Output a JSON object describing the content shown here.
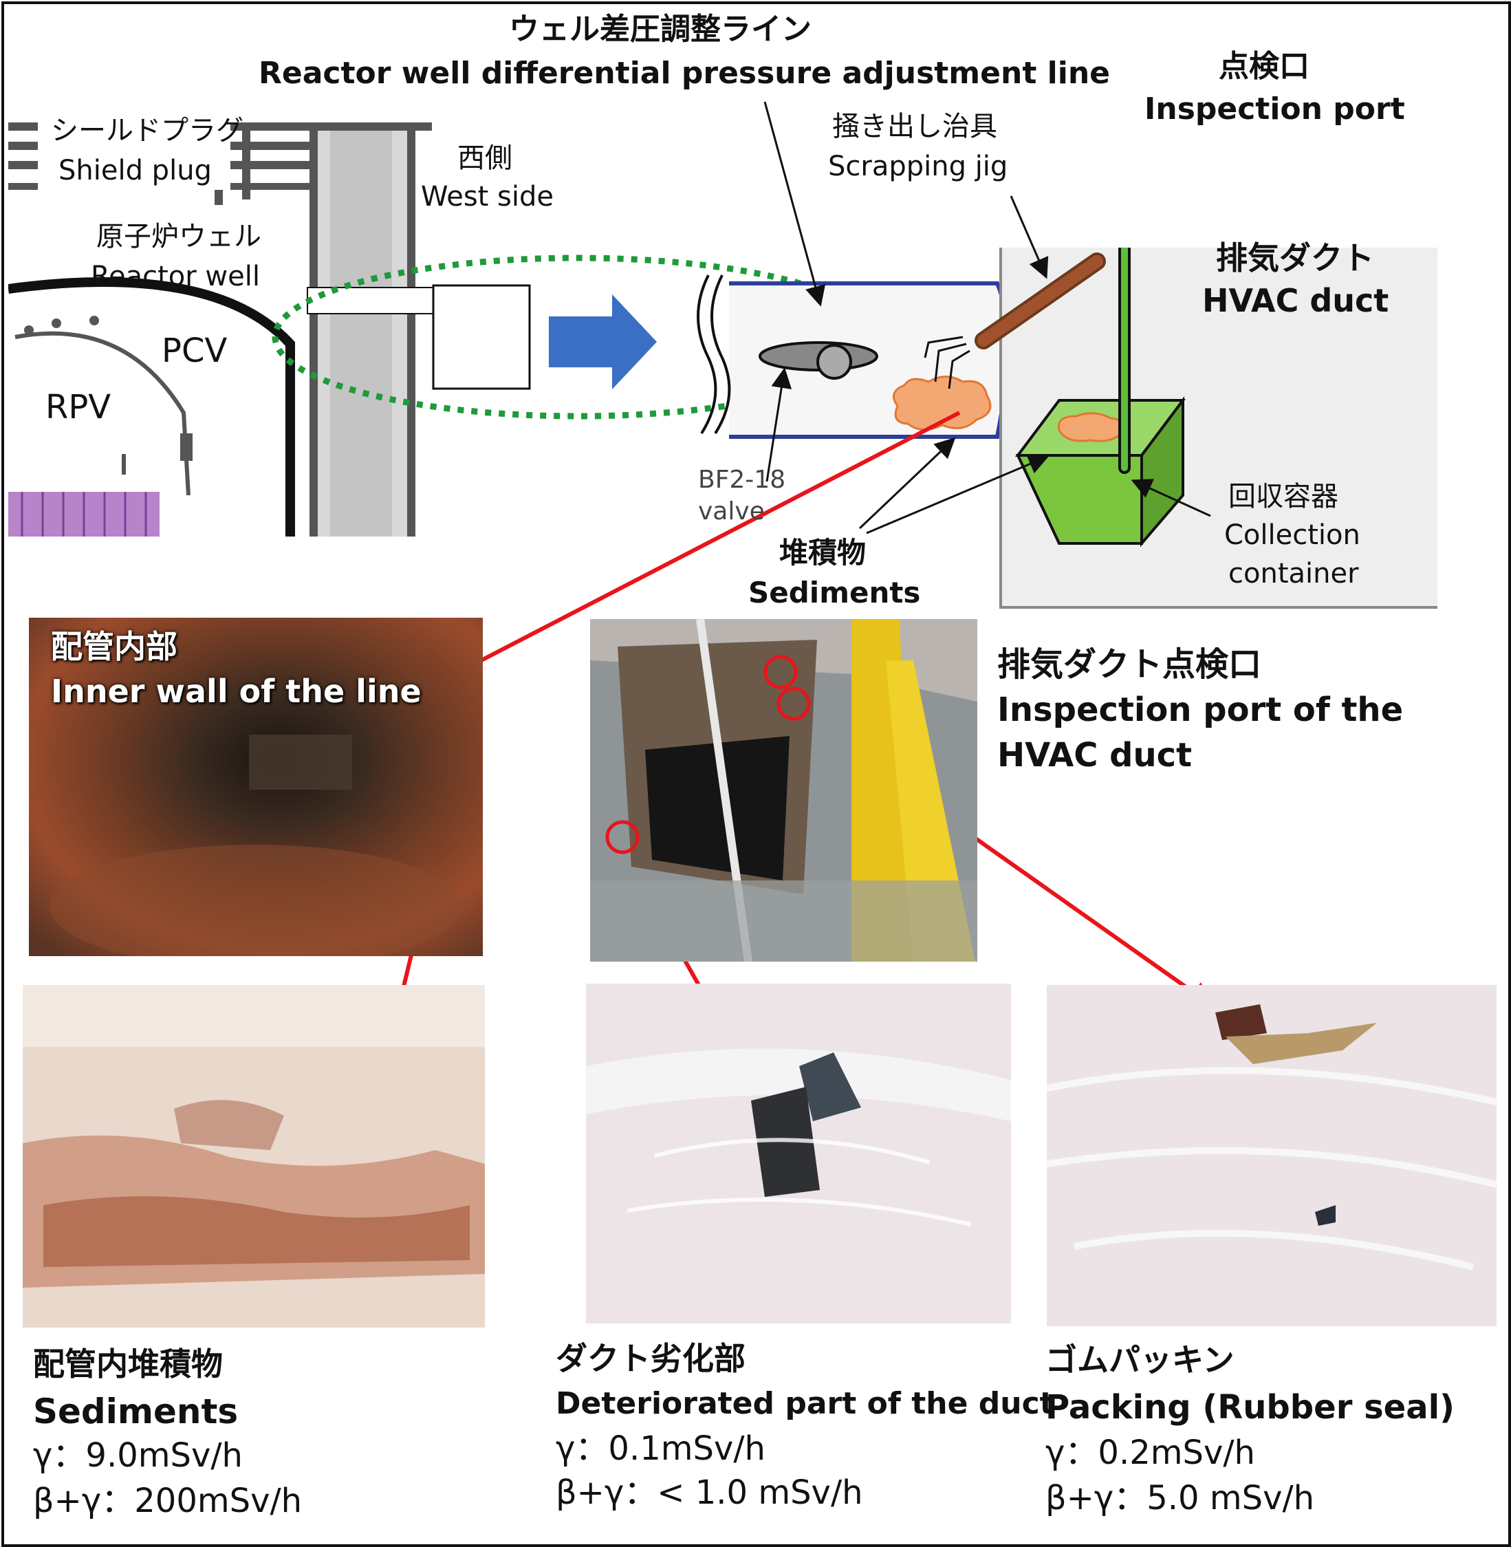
{
  "diagram": {
    "well_line": {
      "ja": "ウェル差圧調整ライン",
      "en": "Reactor well differential pressure adjustment line"
    },
    "inspection_port": {
      "ja": "点検口",
      "en": "Inspection port"
    },
    "shield_plug": {
      "ja": "シールドプラグ",
      "en": "Shield plug"
    },
    "west_side": {
      "ja": "西側",
      "en": "West side"
    },
    "scraping_jig": {
      "ja": "掻き出し治具",
      "en": "Scrapping jig"
    },
    "reactor_well": {
      "ja": "原子炉ウェル",
      "en": "Reactor well"
    },
    "pcv": "PCV",
    "rpv": "RPV",
    "hvac_duct": {
      "ja": "排気ダクト",
      "en": "HVAC duct"
    },
    "valve": {
      "line1": "BF2-18",
      "line2": "valve"
    },
    "collection_container": {
      "ja": "回収容器",
      "en1": "Collection",
      "en2": "container"
    },
    "sediments": {
      "ja": "堆積物",
      "en": "Sediments"
    }
  },
  "photos": {
    "inner_wall": {
      "ja": "配管内部",
      "en": "Inner wall of the line"
    },
    "duct_port": {
      "ja": "排気ダクト点検口",
      "en1": "Inspection port of the",
      "en2": "HVAC duct"
    }
  },
  "samples": [
    {
      "ja": "配管内堆積物",
      "en": "Sediments",
      "gamma": "γ：9.0mSv/h",
      "beta_gamma": "β+γ：200mSv/h"
    },
    {
      "ja": "ダクト劣化部",
      "en": "Deteriorated part of the duct",
      "gamma": "γ：0.1mSv/h",
      "beta_gamma": "β+γ：< 1.0 mSv/h"
    },
    {
      "ja": "ゴムパッキン",
      "en": "Packing (Rubber seal)",
      "gamma": "γ：0.2mSv/h",
      "beta_gamma": "β+γ：5.0 mSv/h"
    }
  ],
  "colors": {
    "arrow_red": "#e8151b",
    "flow_arrow_blue": "#3a6fc4",
    "duct_outline": "#2b3f9a",
    "jig_green": "#5cbf3a",
    "container_green": "#7cc53f",
    "sediment_orange": "#f3a873",
    "jig_brown": "#a0522d",
    "dotted_green": "#1f9a3a",
    "rpv_purple": "#9b59b6"
  }
}
